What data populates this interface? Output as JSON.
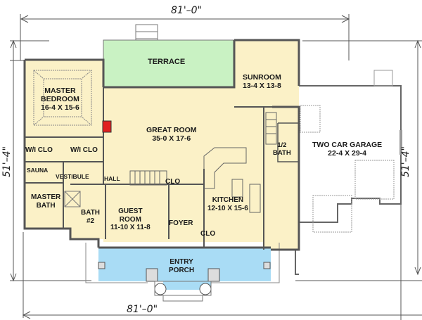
{
  "plan": {
    "colors": {
      "interior": "#fbf1c7",
      "terrace": "#c9f2c3",
      "porch": "#a9dcf5",
      "garage": "#ffffff",
      "wall": "#555555",
      "fireplace": "#e02020",
      "dimension_line": "#555555"
    },
    "dimensions": {
      "top_width": "81'–0\"",
      "bottom_width": "81'–0\"",
      "left_depth": "51'–4\"",
      "right_depth": "51'–4\""
    },
    "rooms": [
      {
        "id": "terrace",
        "name": "TERRACE",
        "size": ""
      },
      {
        "id": "sunroom",
        "name": "SUNROOM",
        "size": "13-4 X 13-8"
      },
      {
        "id": "master-bedroom",
        "name": "MASTER BEDROOM",
        "name_lines": [
          "MASTER",
          "BEDROOM"
        ],
        "size": "16-4 X 15-6"
      },
      {
        "id": "great-room",
        "name": "GREAT ROOM",
        "size": "35-0 X 17-6"
      },
      {
        "id": "two-car-garage",
        "name": "TWO CAR GARAGE",
        "size": "22-4 X 29-4"
      },
      {
        "id": "wi-clo-1",
        "name": "W/I CLO",
        "size": ""
      },
      {
        "id": "wi-clo-2",
        "name": "W/I CLO",
        "size": ""
      },
      {
        "id": "sauna",
        "name": "SAUNA",
        "size": ""
      },
      {
        "id": "vestibule",
        "name": "VESTIBULE",
        "size": ""
      },
      {
        "id": "hall",
        "name": "HALL",
        "size": ""
      },
      {
        "id": "clo-hall",
        "name": "CLO",
        "size": ""
      },
      {
        "id": "half-bath",
        "name": "1/2 BATH",
        "name_lines": [
          "1/2",
          "BATH"
        ],
        "size": ""
      },
      {
        "id": "master-bath",
        "name": "MASTER BATH",
        "name_lines": [
          "MASTER",
          "BATH"
        ],
        "size": ""
      },
      {
        "id": "bath-2",
        "name": "BATH #2",
        "name_lines": [
          "BATH",
          "#2"
        ],
        "size": ""
      },
      {
        "id": "guest-room",
        "name": "GUEST ROOM",
        "name_lines": [
          "GUEST",
          "ROOM"
        ],
        "size": "11-10 X 11-8"
      },
      {
        "id": "foyer",
        "name": "FOYER",
        "size": ""
      },
      {
        "id": "kitchen",
        "name": "KITCHEN",
        "size": "12-10 X 15-6"
      },
      {
        "id": "clo-foyer",
        "name": "CLO",
        "size": ""
      },
      {
        "id": "entry-porch",
        "name": "ENTRY PORCH",
        "name_lines": [
          "ENTRY",
          "PORCH"
        ],
        "size": ""
      }
    ]
  }
}
